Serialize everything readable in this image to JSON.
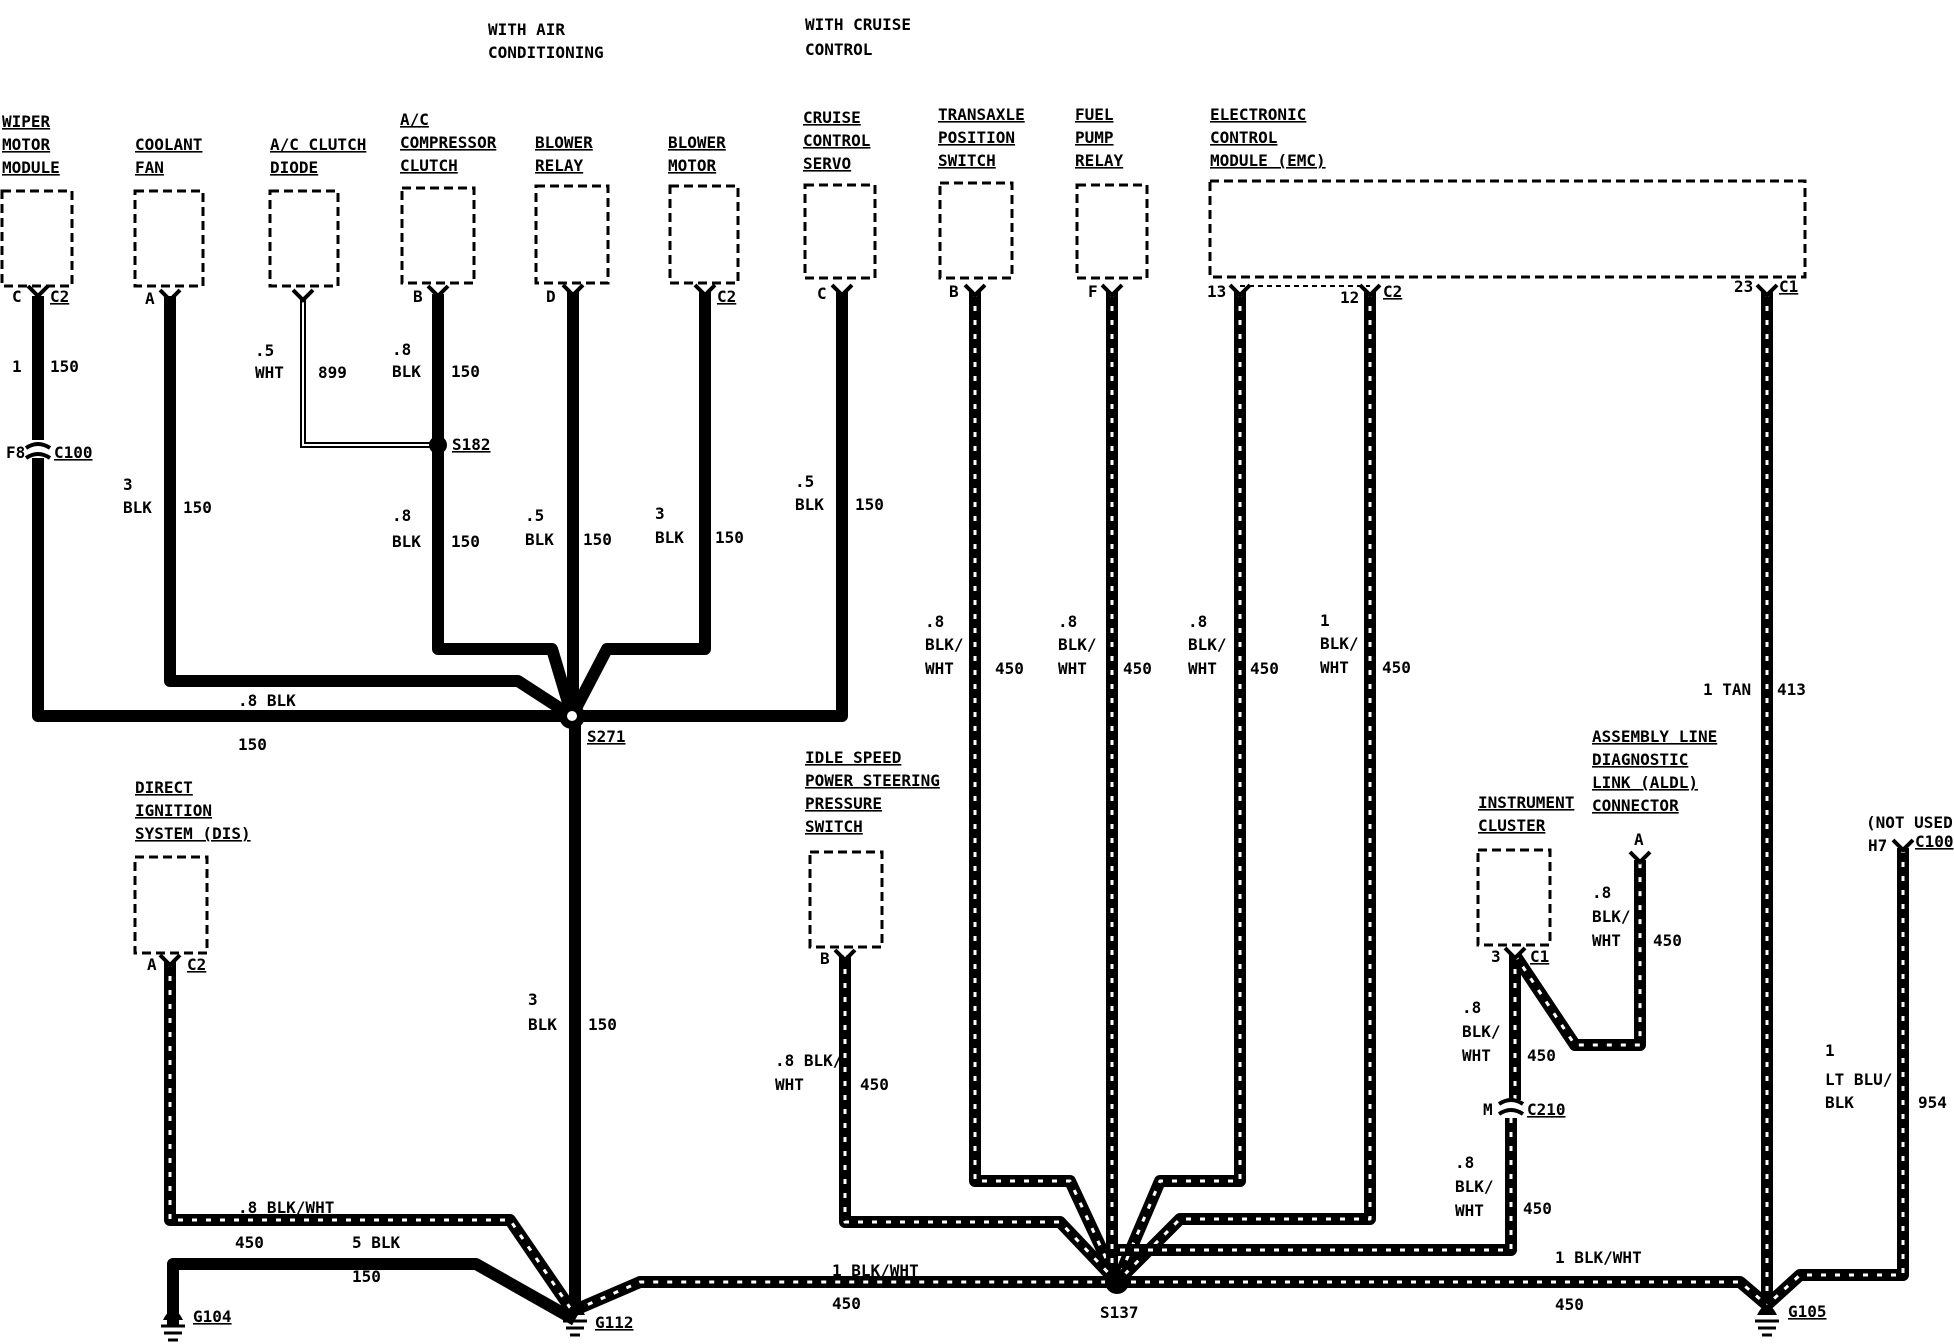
{
  "headers": {
    "air_conditioning_line1": "WITH AIR",
    "air_conditioning_line2": "CONDITIONING",
    "cruise_control_line1": "WITH CRUISE",
    "cruise_control_line2": "CONTROL"
  },
  "components": {
    "wiper_motor_module": [
      "WIPER",
      "MOTOR",
      "MODULE"
    ],
    "coolant_fan": [
      "COOLANT",
      "FAN"
    ],
    "ac_clutch_diode": [
      "A/C CLUTCH",
      "DIODE"
    ],
    "ac_compressor_clutch": [
      "A/C",
      "COMPRESSOR",
      "CLUTCH"
    ],
    "blower_relay": [
      "BLOWER",
      "RELAY"
    ],
    "blower_motor": [
      "BLOWER",
      "MOTOR"
    ],
    "cruise_control_servo": [
      "CRUISE",
      "CONTROL",
      "SERVO"
    ],
    "transaxle_position_switch": [
      "TRANSAXLE",
      "POSITION",
      "SWITCH"
    ],
    "fuel_pump_relay": [
      "FUEL",
      "PUMP",
      "RELAY"
    ],
    "emc": [
      "ELECTRONIC",
      "CONTROL",
      "MODULE (EMC)"
    ],
    "dis": [
      "DIRECT",
      "IGNITION",
      "SYSTEM (DIS)"
    ],
    "idle_speed_ps_switch": [
      "IDLE SPEED",
      "POWER STEERING",
      "PRESSURE",
      "SWITCH"
    ],
    "instrument_cluster": [
      "INSTRUMENT",
      "CLUSTER"
    ],
    "aldl": [
      "ASSEMBLY LINE",
      "DIAGNOSTIC",
      "LINK (ALDL)",
      "CONNECTOR"
    ],
    "not_used": "(NOT USED)"
  },
  "pins": {
    "wiper": "C",
    "wiper_conn": "C2",
    "coolant": "A",
    "ac_compressor": "B",
    "blower_relay": "D",
    "blower_motor_conn": "C2",
    "cruise": "C",
    "transaxle": "B",
    "fuel_pump": "F",
    "emc_13": "13",
    "emc_12": "12",
    "emc_c2": "C2",
    "emc_23": "23",
    "emc_c1": "C1",
    "dis": "A",
    "dis_conn": "C2",
    "idle": "B",
    "cluster": "3",
    "cluster_conn": "C1",
    "aldl": "A",
    "not_used_pin": "H7",
    "not_used_conn": "C100",
    "c100_pin": "F8",
    "c100": "C100",
    "c210_pin": "M",
    "c210": "C210"
  },
  "wires": {
    "wiper_size": "1",
    "wiper_circuit": "150",
    "coolant_size": "3",
    "coolant_color": "BLK",
    "coolant_circuit": "150",
    "diode_size": ".5",
    "diode_color": "WHT",
    "diode_circuit": "899",
    "ac_upper_size": ".8",
    "ac_upper_color": "BLK",
    "ac_upper_circuit": "150",
    "ac_lower_size": ".8",
    "ac_lower_color": "BLK",
    "ac_lower_circuit": "150",
    "blower_relay_size": ".5",
    "blower_relay_color": "BLK",
    "blower_relay_circuit": "150",
    "blower_motor_size": "3",
    "blower_motor_color": "BLK",
    "blower_motor_circuit": "150",
    "cruise_size": ".5",
    "cruise_color": "BLK",
    "cruise_circuit": "150",
    "s271_left_label": ".8 BLK",
    "s271_left_circuit": "150",
    "s271_down_size": "3",
    "s271_down_color": "BLK",
    "s271_down_circuit": "150",
    "transaxle_size": ".8",
    "transaxle_color1": "BLK/",
    "transaxle_color2": "WHT",
    "transaxle_circuit": "450",
    "fuel_size": ".8",
    "fuel_color1": "BLK/",
    "fuel_color2": "WHT",
    "fuel_circuit": "450",
    "emc13_size": ".8",
    "emc13_color1": "BLK/",
    "emc13_color2": "WHT",
    "emc13_circuit": "450",
    "emc12_size": "1",
    "emc12_color1": "BLK/",
    "emc12_color2": "WHT",
    "emc12_circuit": "450",
    "emc23_label": "1 TAN",
    "emc23_circuit": "413",
    "idle_label1": ".8 BLK/",
    "idle_label2": "WHT",
    "idle_circuit": "450",
    "dis_label": ".8 BLK/WHT",
    "dis_circuit": "450",
    "g104_label": "5 BLK",
    "g104_circuit": "150",
    "g112_s137_label": "1 BLK/WHT",
    "g112_s137_circuit": "450",
    "s137_g105_label": "1 BLK/WHT",
    "s137_g105_circuit": "450",
    "aldl_size": ".8",
    "aldl_color1": "BLK/",
    "aldl_color2": "WHT",
    "aldl_circuit": "450",
    "cluster_size": ".8",
    "cluster_color1": "BLK/",
    "cluster_color2": "WHT",
    "cluster_circuit": "450",
    "c210_down_size": ".8",
    "c210_down_color1": "BLK/",
    "c210_down_color2": "WHT",
    "c210_down_circuit": "450",
    "h7_size": "1",
    "h7_color1": "LT BLU/",
    "h7_color2": "BLK",
    "h7_circuit": "954"
  },
  "splices": {
    "s182": "S182",
    "s271": "S271",
    "s137": "S137"
  },
  "grounds": {
    "g104": "G104",
    "g112": "G112",
    "g105": "G105"
  }
}
